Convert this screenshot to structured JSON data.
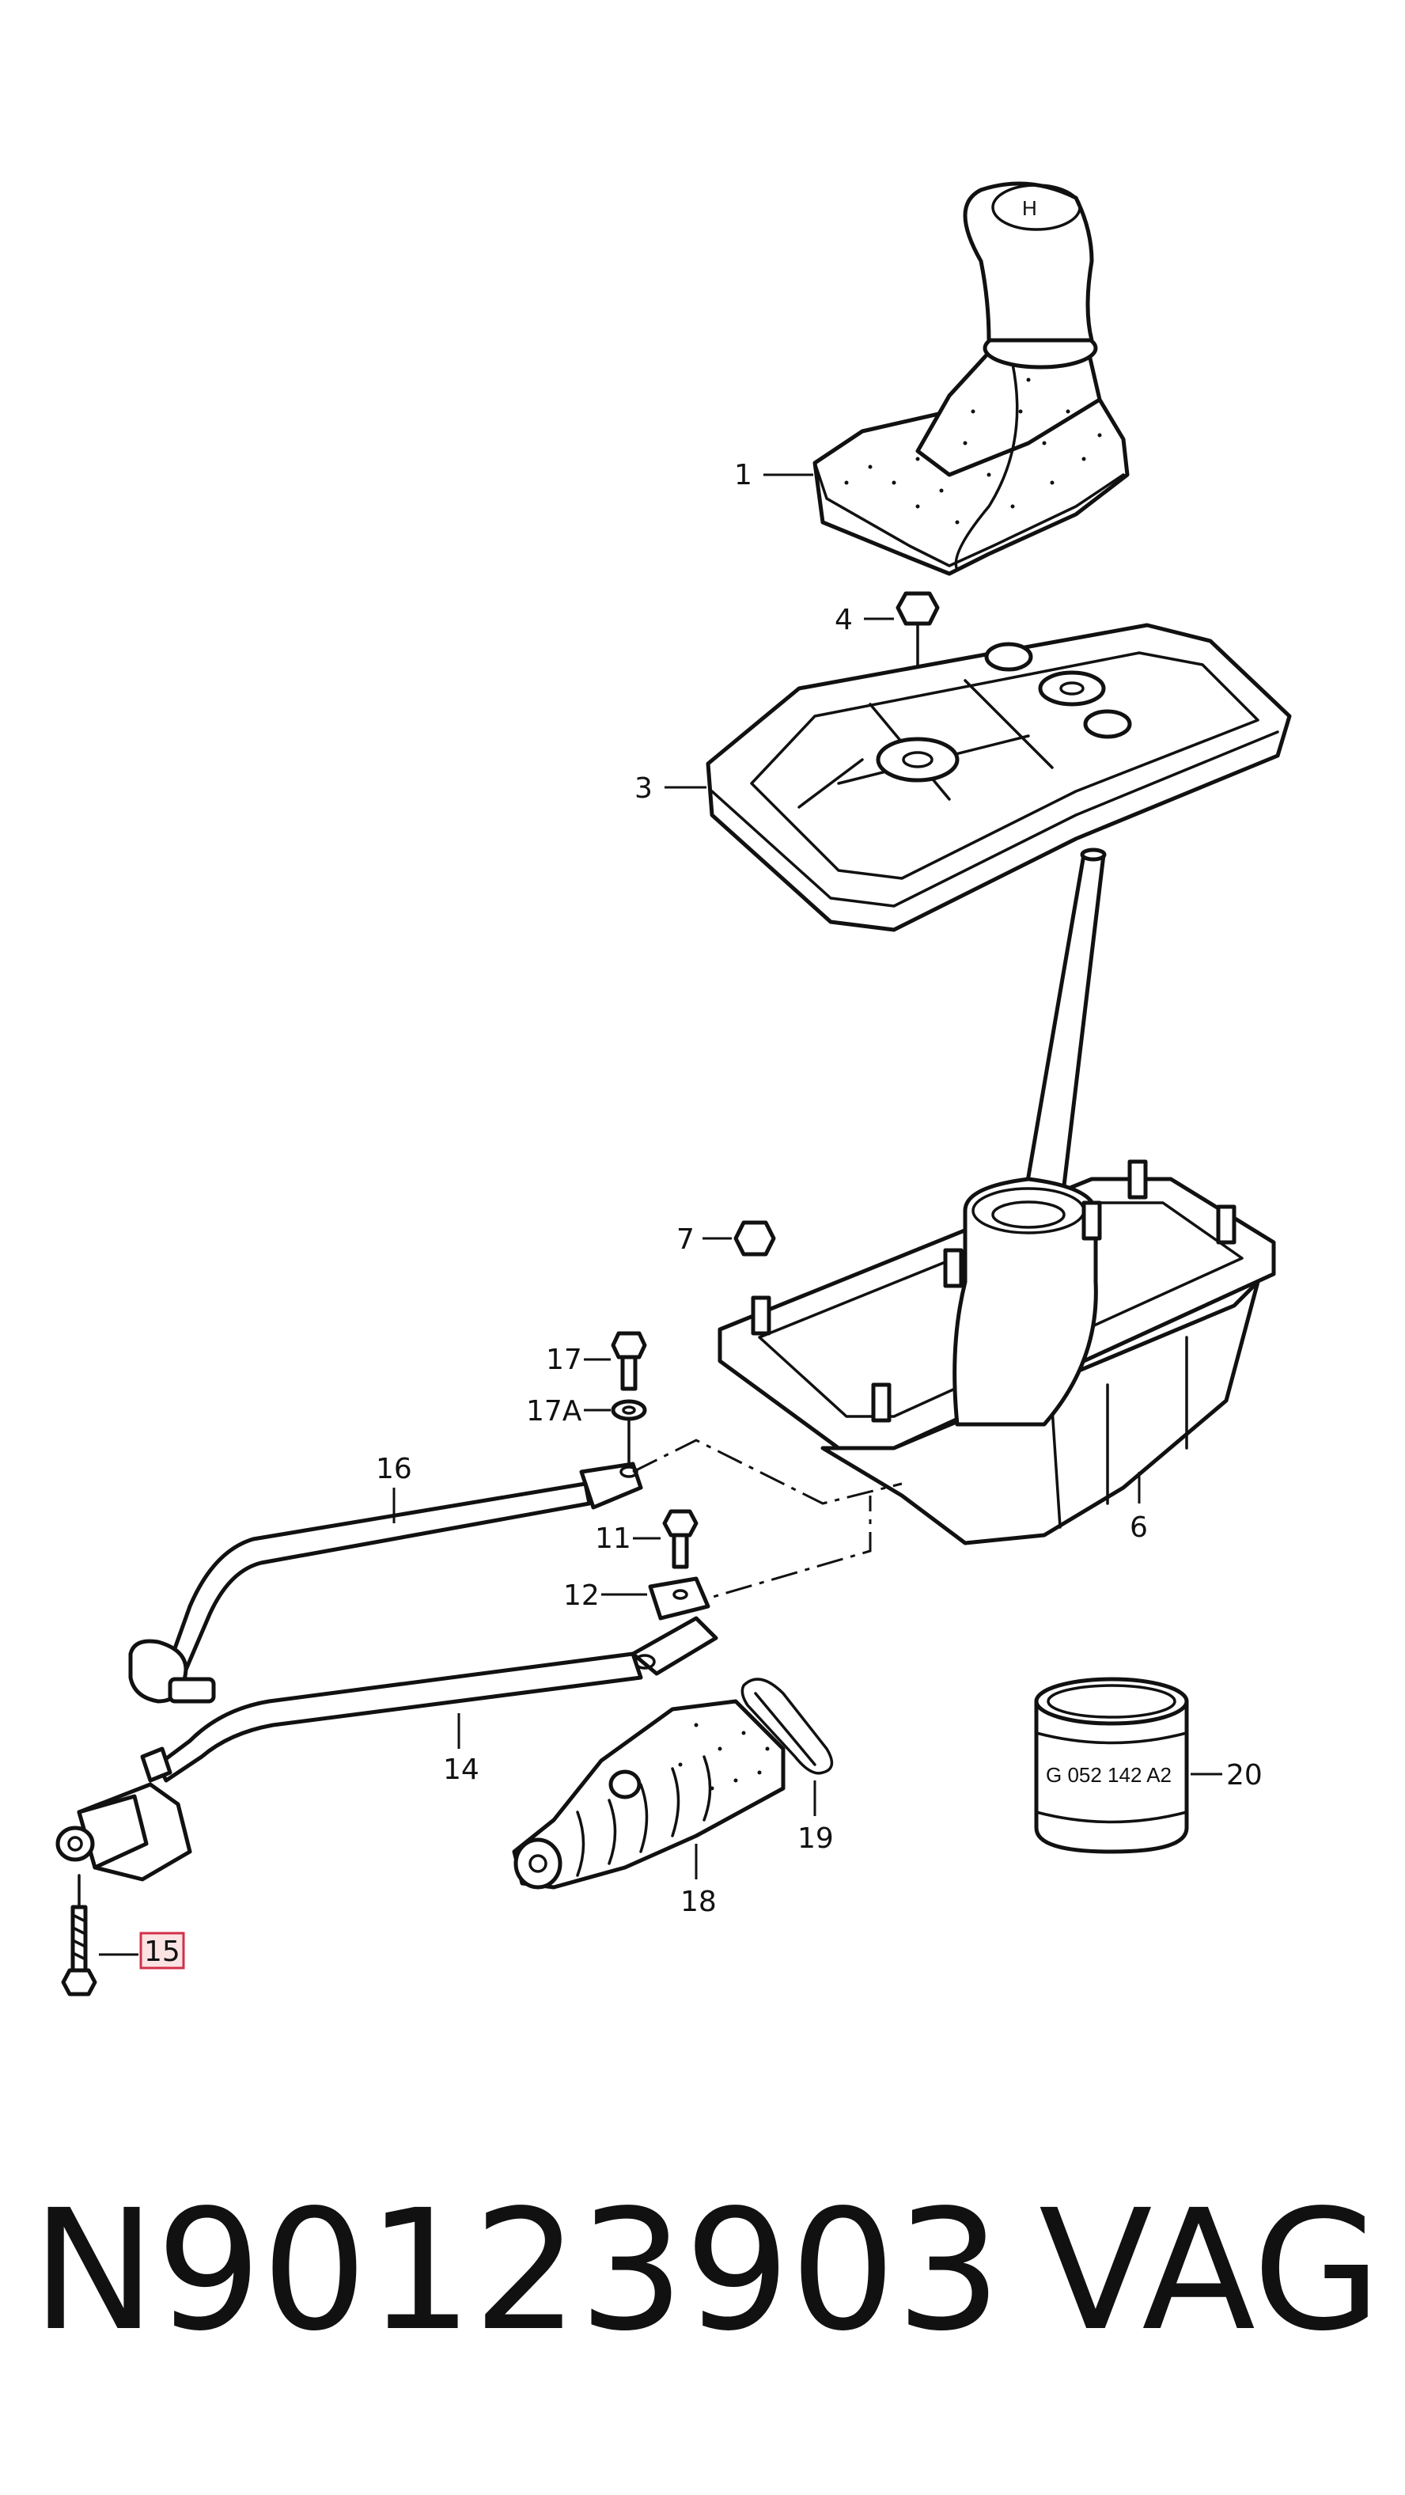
{
  "callouts": [
    {
      "id": "1",
      "text": "1"
    },
    {
      "id": "3",
      "text": "3"
    },
    {
      "id": "4",
      "text": "4"
    },
    {
      "id": "6",
      "text": "6"
    },
    {
      "id": "7",
      "text": "7"
    },
    {
      "id": "11",
      "text": "11"
    },
    {
      "id": "12",
      "text": "12"
    },
    {
      "id": "14",
      "text": "14"
    },
    {
      "id": "15",
      "text": "15",
      "highlighted": true
    },
    {
      "id": "16",
      "text": "16"
    },
    {
      "id": "17",
      "text": "17"
    },
    {
      "id": "17A",
      "text": "17A"
    },
    {
      "id": "18",
      "text": "18"
    },
    {
      "id": "19",
      "text": "19"
    },
    {
      "id": "20",
      "text": "20"
    }
  ],
  "container_label": "G 052 142 A2",
  "footer": {
    "part_number": "N90123903",
    "brand": "VAG"
  },
  "colors": {
    "ink": "#111111",
    "highlight_border": "#d2304a",
    "highlight_fill": "#fbe3e3",
    "background": "#ffffff"
  }
}
